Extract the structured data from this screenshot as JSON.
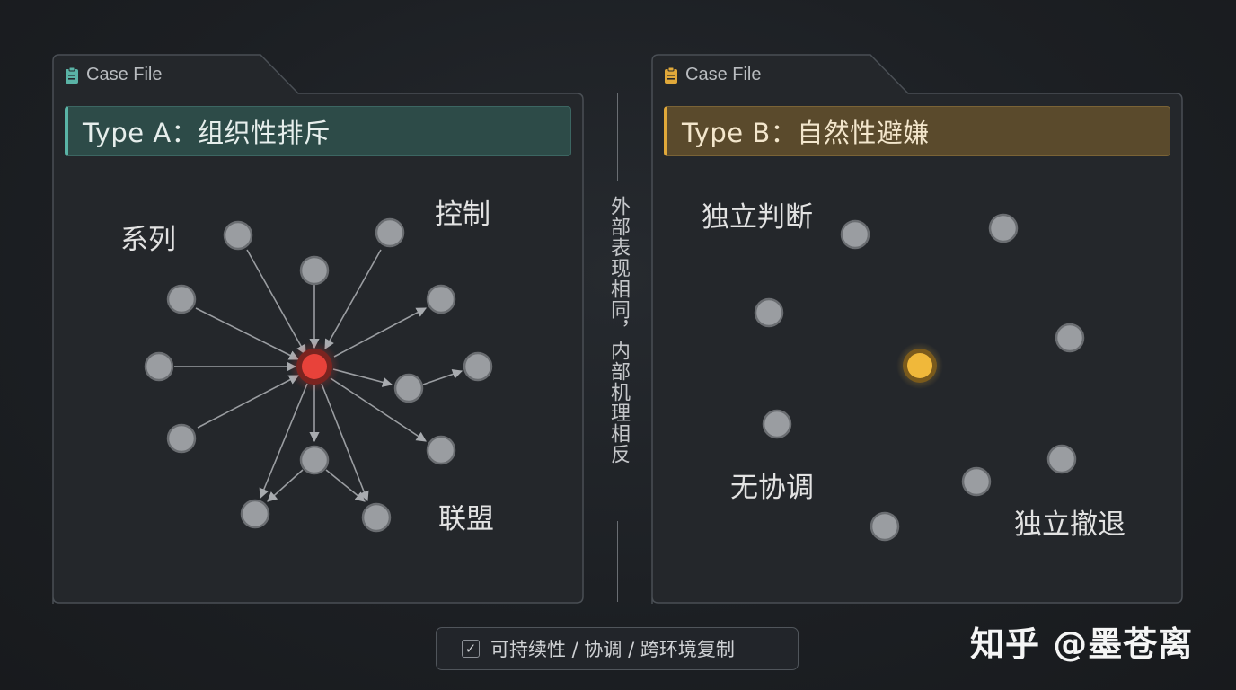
{
  "left_panel": {
    "tab_label": "Case File",
    "title": "Type A：组织性排斥",
    "accent_color": "#5ab3a6",
    "label_series": "系列",
    "label_control": "控制",
    "label_alliance": "联盟",
    "center_node_color": "#e8423a"
  },
  "right_panel": {
    "tab_label": "Case File",
    "title": "Type B：自然性避嫌",
    "accent_color": "#e0a83a",
    "label_independent_judgment": "独立判断",
    "label_no_coordination": "无协调",
    "label_independent_withdrawal": "独立撤退",
    "center_node_color": "#f0b83a"
  },
  "divider": {
    "text": "外部表现相同，内部机理相反"
  },
  "footer": {
    "checkbox_icon": "check-icon",
    "text": "可持续性 / 协调 / 跨环境复制"
  },
  "watermark": {
    "text": "知乎 @墨苍离"
  }
}
